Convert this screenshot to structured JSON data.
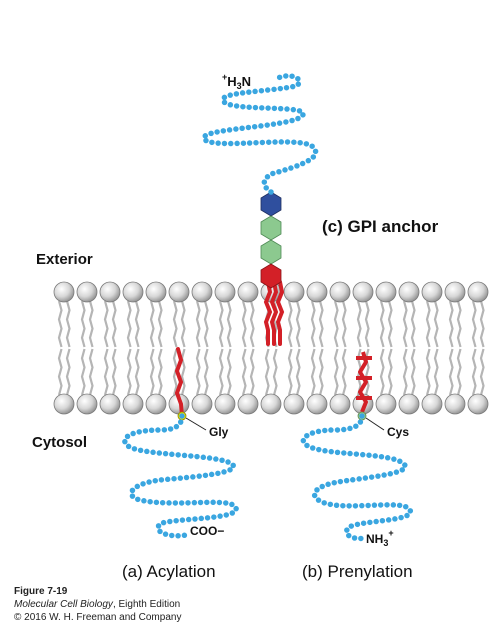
{
  "labels": {
    "exterior": "Exterior",
    "cytosol": "Cytosol",
    "gpi": "(c) GPI anchor",
    "acylation": "(a) Acylation",
    "prenylation": "(b) Prenylation",
    "gly": "Gly",
    "cys": "Cys"
  },
  "termini": {
    "gpi_n_plus": "+",
    "gpi_n_h": "H",
    "gpi_n_sub": "3",
    "gpi_n_n": "N",
    "acyl_c": "COO−",
    "pren_n_main": "NH",
    "pren_n_sub": "3",
    "pren_n_plus": "+"
  },
  "caption": {
    "figure": "Figure 7-19",
    "book": "Molecular Cell Biology",
    "edition": ", Eighth Edition",
    "copyright": "© 2016 W. H. Freeman and Company"
  },
  "colors": {
    "protein": "#3aa6e0",
    "lipid_anchor": "#d32027",
    "hex_blue": "#2f4f9e",
    "hex_green": "#8cc98f",
    "hex_red": "#d32027",
    "gly_atom": "#f2e600",
    "cys_atom": "#9acb8c",
    "head": "#c9c9c9"
  }
}
